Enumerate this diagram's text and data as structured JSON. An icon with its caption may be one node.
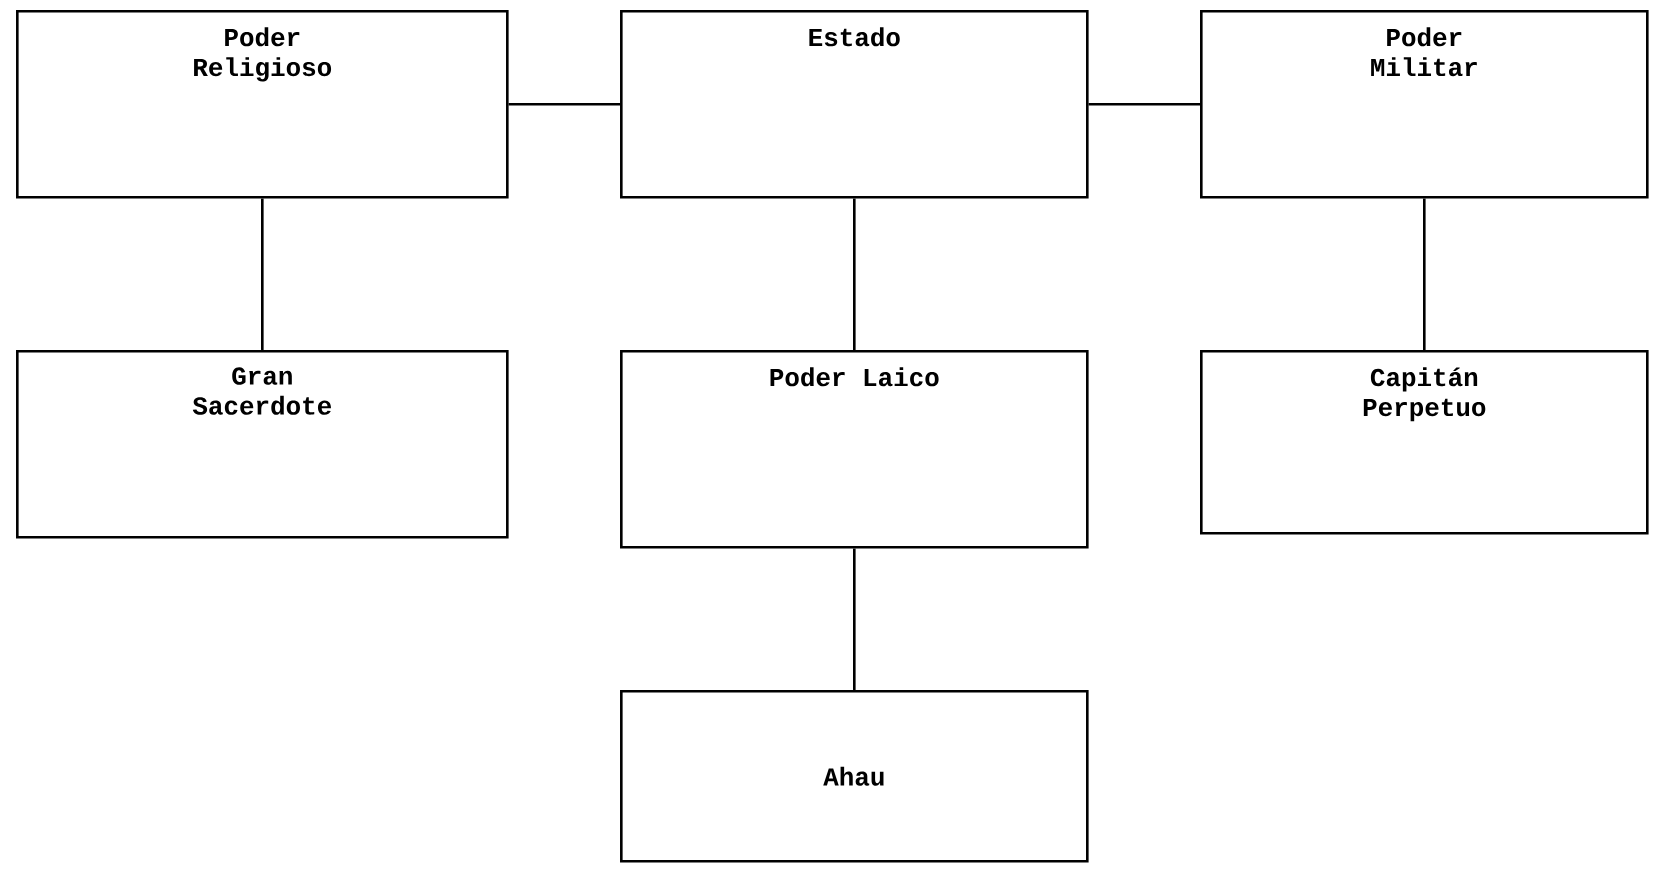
{
  "diagram": {
    "nodes": [
      {
        "text": [
          "Poder Religioso"
        ]
      },
      {
        "text": [
          "Estado"
        ]
      },
      {
        "text": [
          "Poder Militar"
        ]
      },
      {
        "text": [
          "Gran Sacerdote"
        ]
      },
      {
        "text": [
          "Poder Laico"
        ]
      },
      {
        "text": [
          "Capitán Perpetuo"
        ]
      },
      {
        "text": [
          "Ahau"
        ]
      }
    ],
    "edges": [
      {
        "from": 0,
        "to": 1,
        "arrow": "none"
      },
      {
        "from": 1,
        "to": 2,
        "arrow": "none"
      },
      {
        "from": 0,
        "to": 3,
        "arrow": "none"
      },
      {
        "from": 1,
        "to": 4,
        "arrow": "none"
      },
      {
        "from": 2,
        "to": 5,
        "arrow": "none"
      },
      {
        "from": 4,
        "to": 6,
        "arrow": "none"
      }
    ]
  }
}
